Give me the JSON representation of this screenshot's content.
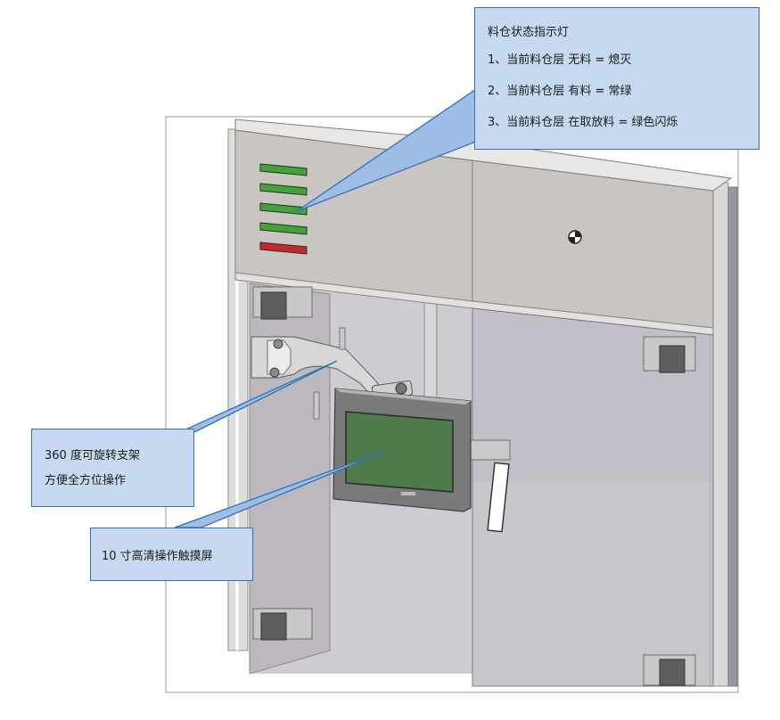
{
  "callouts": {
    "lights": {
      "title": "料仓状态指示灯",
      "lines": [
        "1、当前料仓层  无料  =  熄灭",
        "2、当前料仓层  有料  =  常绿",
        "3、当前料仓层  在取放料  =  绿色闪烁"
      ]
    },
    "arm": {
      "lines": [
        "360 度可旋转支架",
        "方便全方位操作"
      ]
    },
    "screen": {
      "text": "10 寸高清操作触摸屏"
    }
  },
  "indicator_lights": {
    "colors": [
      "#3fa535",
      "#3fa535",
      "#3fa535",
      "#3fa535",
      "#c62a26"
    ]
  },
  "colors": {
    "callout_fill": "#c6d9f1",
    "callout_border": "#2e74b5",
    "cabinet_panel": "#c9c5c1",
    "screen_green": "#4f7a4a"
  }
}
